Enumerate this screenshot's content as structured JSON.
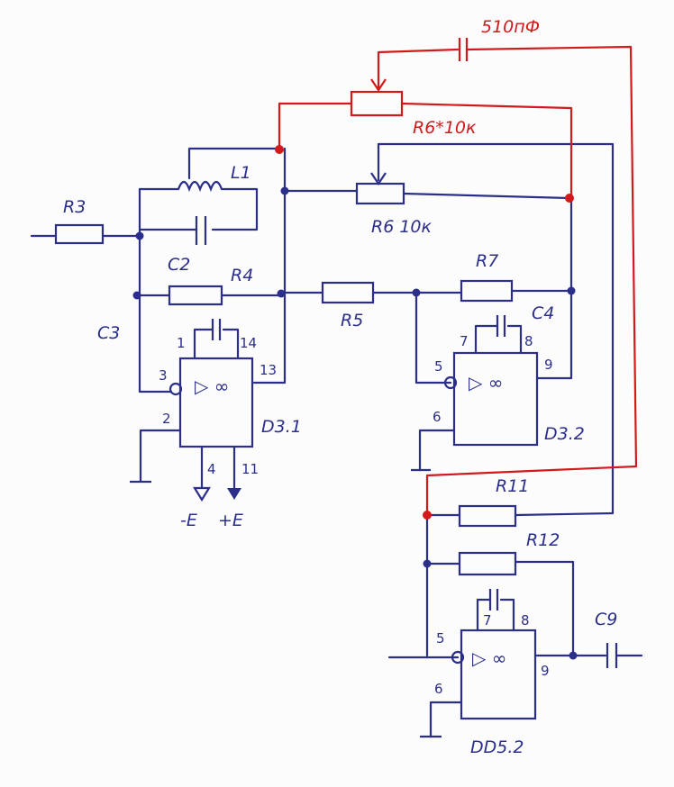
{
  "labels": {
    "r3": "R3",
    "l1": "L1",
    "c2": "C2",
    "r4": "R4",
    "c3": "C3",
    "r5": "R5",
    "r6_blue": "R6 10к",
    "r6_red": "R6*10к",
    "c_feedback": "510пФ",
    "r7": "R7",
    "c4": "C4",
    "d31": "D3.1",
    "d32": "D3.2",
    "r11": "R11",
    "r12": "R12",
    "c9": "C9",
    "dd52": "DD5.2",
    "neg_supply": "-E",
    "pos_supply": "+E",
    "opamp_symbol": "▷ ∞"
  },
  "pins": {
    "d31": {
      "p1": "1",
      "p14": "14",
      "p3": "3",
      "p13": "13",
      "p2": "2",
      "p4": "4",
      "p11": "11"
    },
    "d32": {
      "p7": "7",
      "p8": "8",
      "p5": "5",
      "p9": "9",
      "p6": "6"
    },
    "dd52": {
      "p7": "7",
      "p8": "8",
      "p5": "5",
      "p9": "9",
      "p6": "6"
    }
  },
  "colors": {
    "ink_blue": "#2b2f8a",
    "ink_red": "#d21a1a"
  }
}
